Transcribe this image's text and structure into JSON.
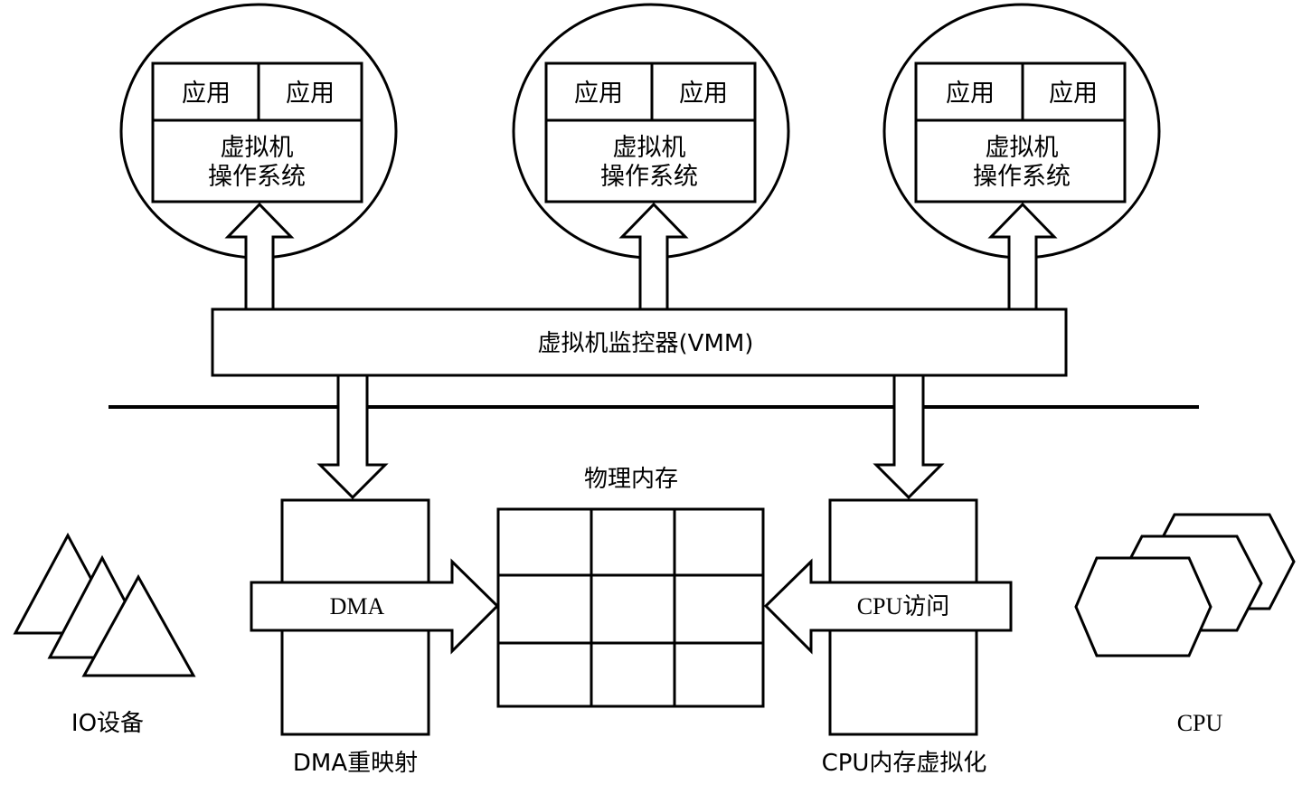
{
  "vms": [
    {
      "apps": [
        "应用",
        "应用"
      ],
      "os_lines": [
        "虚拟机",
        "操作系统"
      ]
    },
    {
      "apps": [
        "应用",
        "应用"
      ],
      "os_lines": [
        "虚拟机",
        "操作系统"
      ]
    },
    {
      "apps": [
        "应用",
        "应用"
      ],
      "os_lines": [
        "虚拟机",
        "操作系统"
      ]
    }
  ],
  "vmm": {
    "label": "虚拟机监控器(VMM)"
  },
  "memory": {
    "title": "物理内存",
    "rows": 3,
    "cols": 3
  },
  "dma": {
    "arrow_label": "DMA",
    "caption": "DMA重映射"
  },
  "cpu_virt": {
    "arrow_label": "CPU访问",
    "caption": "CPU内存虚拟化"
  },
  "io_devices": {
    "caption": "IO设备"
  },
  "cpu": {
    "caption": "CPU"
  }
}
